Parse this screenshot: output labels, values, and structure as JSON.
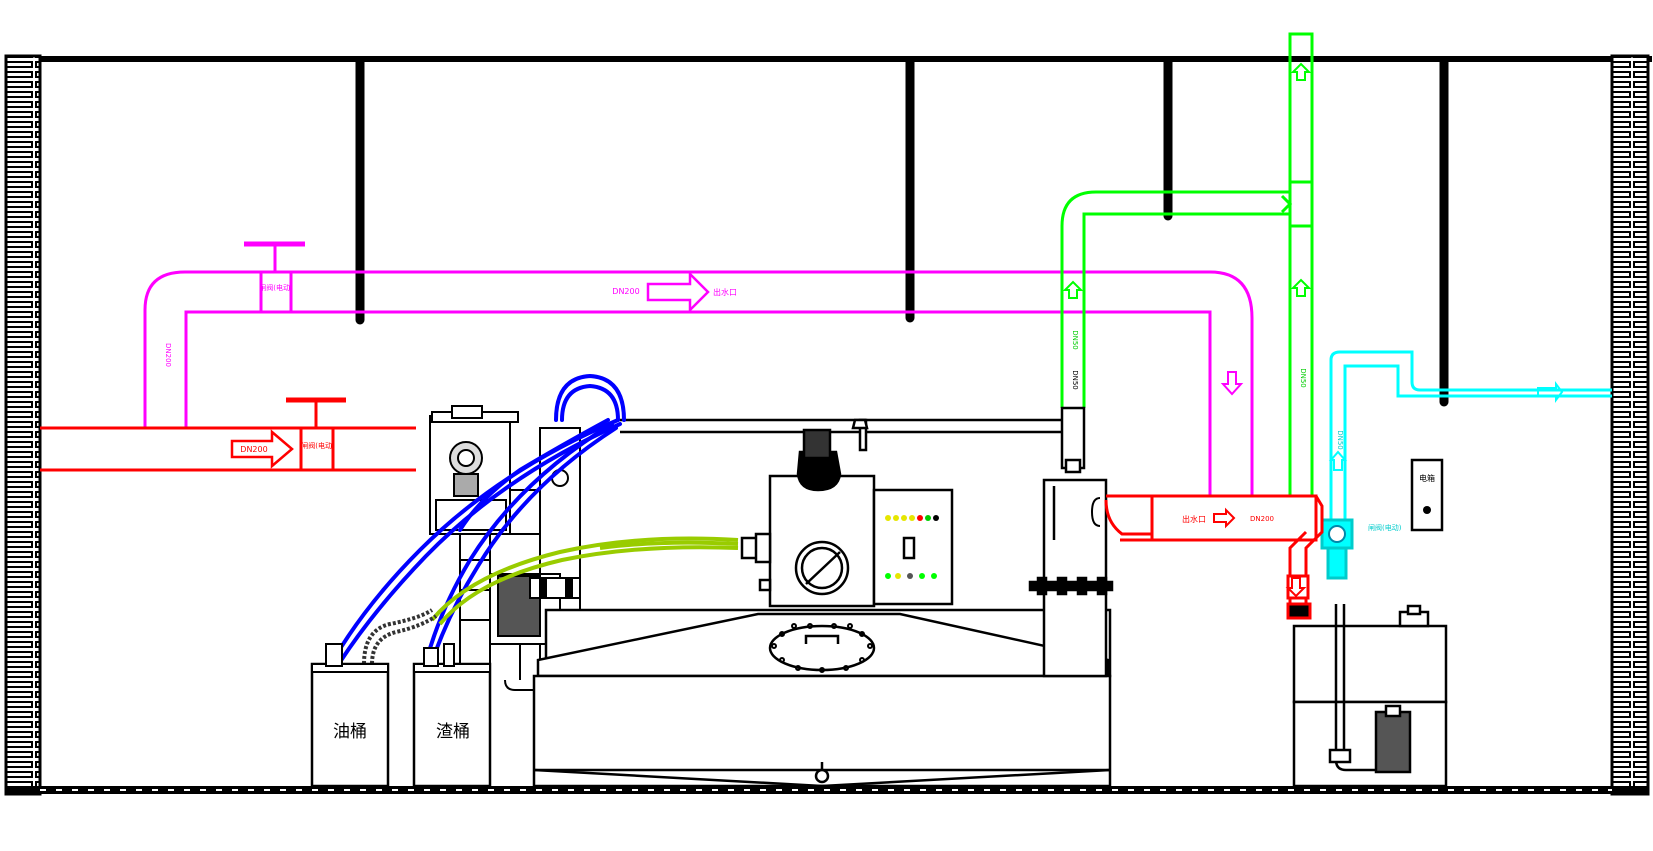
{
  "colors": {
    "wall": "#000000",
    "inlet": "#ff0000",
    "bypass": "#ff00ff",
    "vent": "#00ff00",
    "oil_pipe": "#0000ff",
    "sludge_pipe": "#99cc00",
    "lift_out": "#00ffff"
  },
  "labels": {
    "oil_bucket": "油桶",
    "slag_bucket": "渣桶",
    "control_box": "电箱"
  },
  "pipes": {
    "inlet_size": "DN200",
    "bypass_size": "DN200",
    "bypass_flow": "出水口",
    "bypass_riser": "DN200",
    "outlet_flow": "出水口",
    "outlet_size": "DN200",
    "vent_size_a": "DN50",
    "vent_size_b": "DN50",
    "vent_label_small": "DN50",
    "lift_size": "DN50"
  },
  "valves": {
    "inlet_valve": "闸阀(电动)",
    "bypass_valve": "闸阀(电动)",
    "lift_valve": "闸阀(电动)"
  },
  "icons": {
    "flow_arrow": "arrow-right-icon",
    "flow_up": "arrow-up-icon",
    "flow_down": "arrow-down-icon"
  }
}
